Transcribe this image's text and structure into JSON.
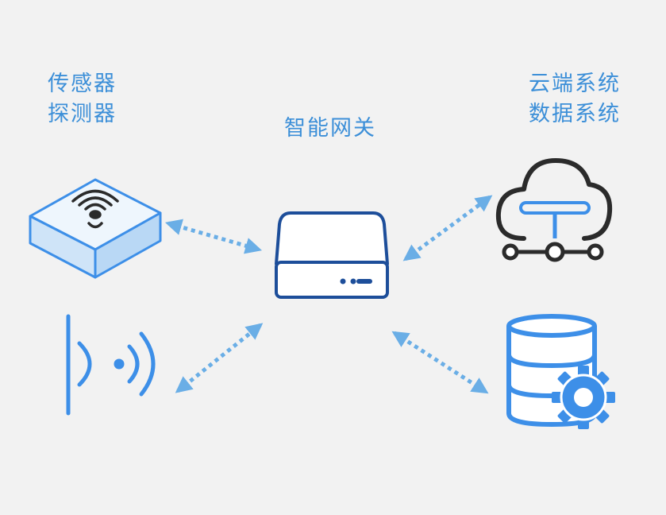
{
  "labels": {
    "sensor_group": [
      "传感器",
      "探测器"
    ],
    "gateway": "智能网关",
    "cloud_group": [
      "云端系统",
      "数据系统"
    ]
  },
  "colors": {
    "label_blue": "#3c8fd8",
    "icon_blue": "#3d8fe8",
    "icon_light_blue": "#dcecfb",
    "gateway_dark_blue": "#1d4e9a",
    "cloud_dark": "#2b2b2b",
    "arrow_blue": "#6aaee6",
    "background": "#f2f2f2"
  },
  "icons": [
    "sensor-box-icon",
    "detector-wave-icon",
    "gateway-device-icon",
    "cloud-network-icon",
    "database-gear-icon"
  ]
}
